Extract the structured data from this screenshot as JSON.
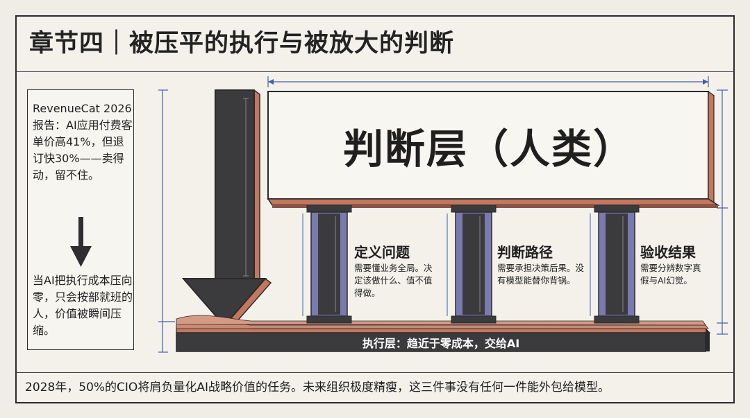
{
  "header": {
    "title": "章节四｜被压平的执行与被放大的判断"
  },
  "sidebar": {
    "quote": "RevenueCat 2026报告：AI应用付费客单价高41%，但退订快30%——卖得动，留不住。",
    "conclusion": "当AI把执行成本压向零，只会按部就班的人，价值被瞬间压缩。"
  },
  "diagram": {
    "judgment_layer": "判断层（人类）",
    "execution_layer": "执行层：趋近于零成本，交给AI",
    "pillars": [
      {
        "title": "定义问题",
        "desc": "需要懂业务全局。决定该做什么、值不值得做。"
      },
      {
        "title": "判断路径",
        "desc": "需要承担决策后果。没有模型能替你背锅。"
      },
      {
        "title": "验收结果",
        "desc": "需要分辨数字真假与AI幻觉。"
      }
    ]
  },
  "footer": {
    "text": "2028年，50%的CIO将肩负量化AI战略价值的任务。未来组织极度精瘦，这三件事没有任何一件能外包给模型。"
  },
  "colors": {
    "dark_gray": "#3b3b3d",
    "copper": "#c2775e",
    "pillar_purple": "#7b7aae",
    "dimension_blue": "#3f5fa8",
    "background": "#efede6"
  }
}
